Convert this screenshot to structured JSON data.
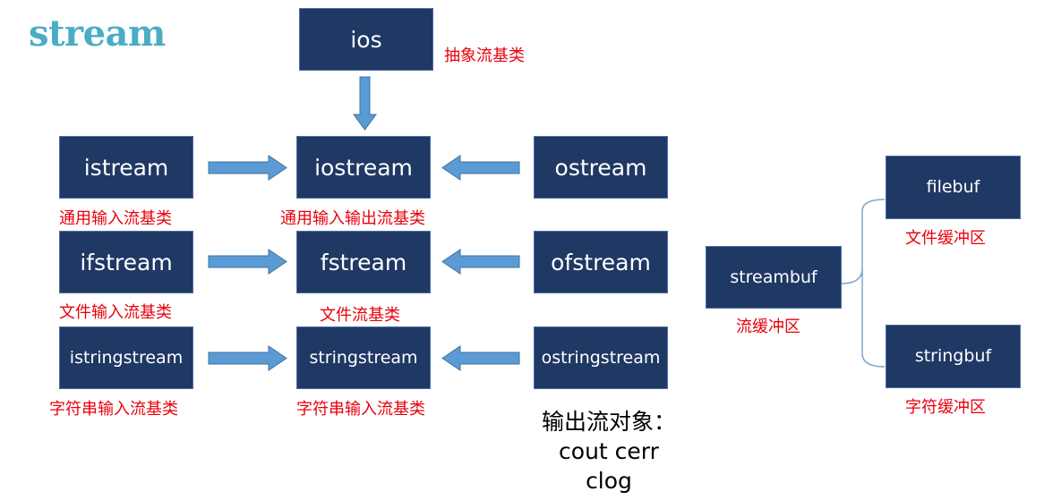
{
  "title": "stream",
  "colors": {
    "title": "#4bacc6",
    "box": "#1f3864",
    "label": "#e8000b",
    "arrow": "#5b9bd5",
    "bracket": "#7fa7d1"
  },
  "nodes": {
    "ios": {
      "text": "ios",
      "label": "抽象流基类"
    },
    "istream": {
      "text": "istream",
      "label": "通用输入流基类"
    },
    "iostream": {
      "text": "iostream",
      "label": "通用输入输出流基类"
    },
    "ostream": {
      "text": "ostream"
    },
    "ifstream": {
      "text": "ifstream",
      "label": "文件输入流基类"
    },
    "fstream": {
      "text": "fstream",
      "label": "文件流基类"
    },
    "ofstream": {
      "text": "ofstream"
    },
    "istringstream": {
      "text": "istringstream",
      "label": "字符串输入流基类"
    },
    "stringstream": {
      "text": "stringstream",
      "label": "字符串输入流基类"
    },
    "ostringstream": {
      "text": "ostringstream"
    },
    "streambuf": {
      "text": "streambuf",
      "label": "流缓冲区"
    },
    "filebuf": {
      "text": "filebuf",
      "label": "文件缓冲区"
    },
    "stringbuf": {
      "text": "stringbuf",
      "label": "字符缓冲区"
    }
  },
  "output_objects": {
    "heading": "输出流对象：",
    "line1": "cout cerr",
    "line2": "clog"
  }
}
